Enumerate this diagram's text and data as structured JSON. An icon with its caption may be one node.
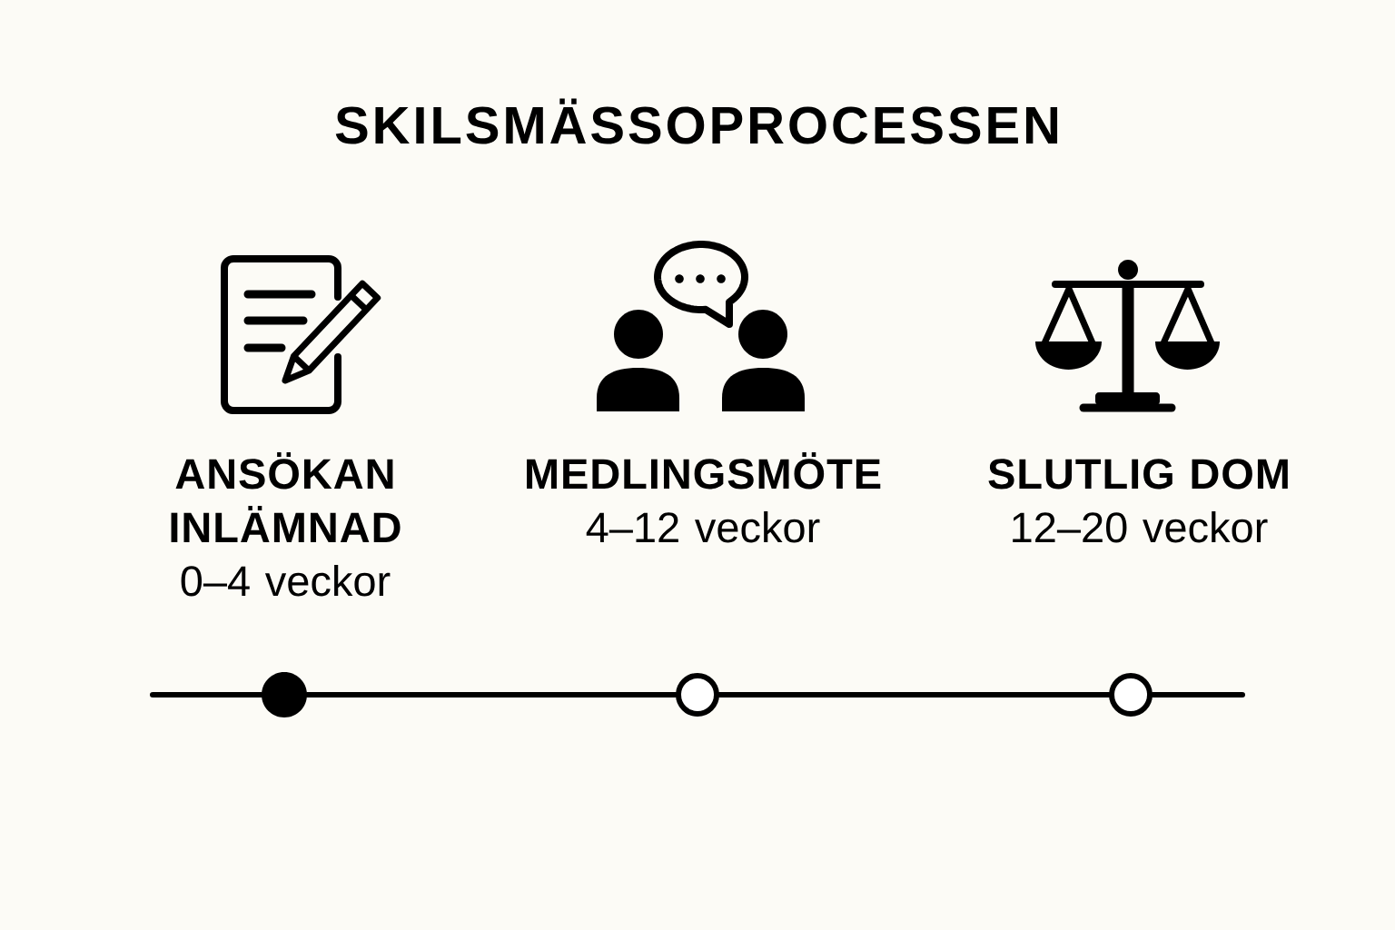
{
  "diagram": {
    "title": "SKILSMÄSSOPROCESSEN",
    "nodes": [
      {
        "text": [],
        "shape": "dot",
        "beside": [
          "ANSÖKAN INLÄMNAD",
          "0–4 veckor"
        ]
      },
      {
        "text": [],
        "shape": "circle",
        "beside": [
          "MEDLINGSMÖTE",
          "4–12 veckor"
        ]
      },
      {
        "text": [],
        "shape": "circle",
        "beside": [
          "SLUTLIG DOM",
          "12–20 veckor"
        ]
      }
    ],
    "edges": [
      {
        "from": null,
        "to": 0,
        "arrow": "none"
      },
      {
        "from": 0,
        "to": 1,
        "arrow": "none"
      },
      {
        "from": 1,
        "to": 2,
        "arrow": "none"
      },
      {
        "from": 2,
        "to": null,
        "arrow": "none"
      }
    ]
  }
}
